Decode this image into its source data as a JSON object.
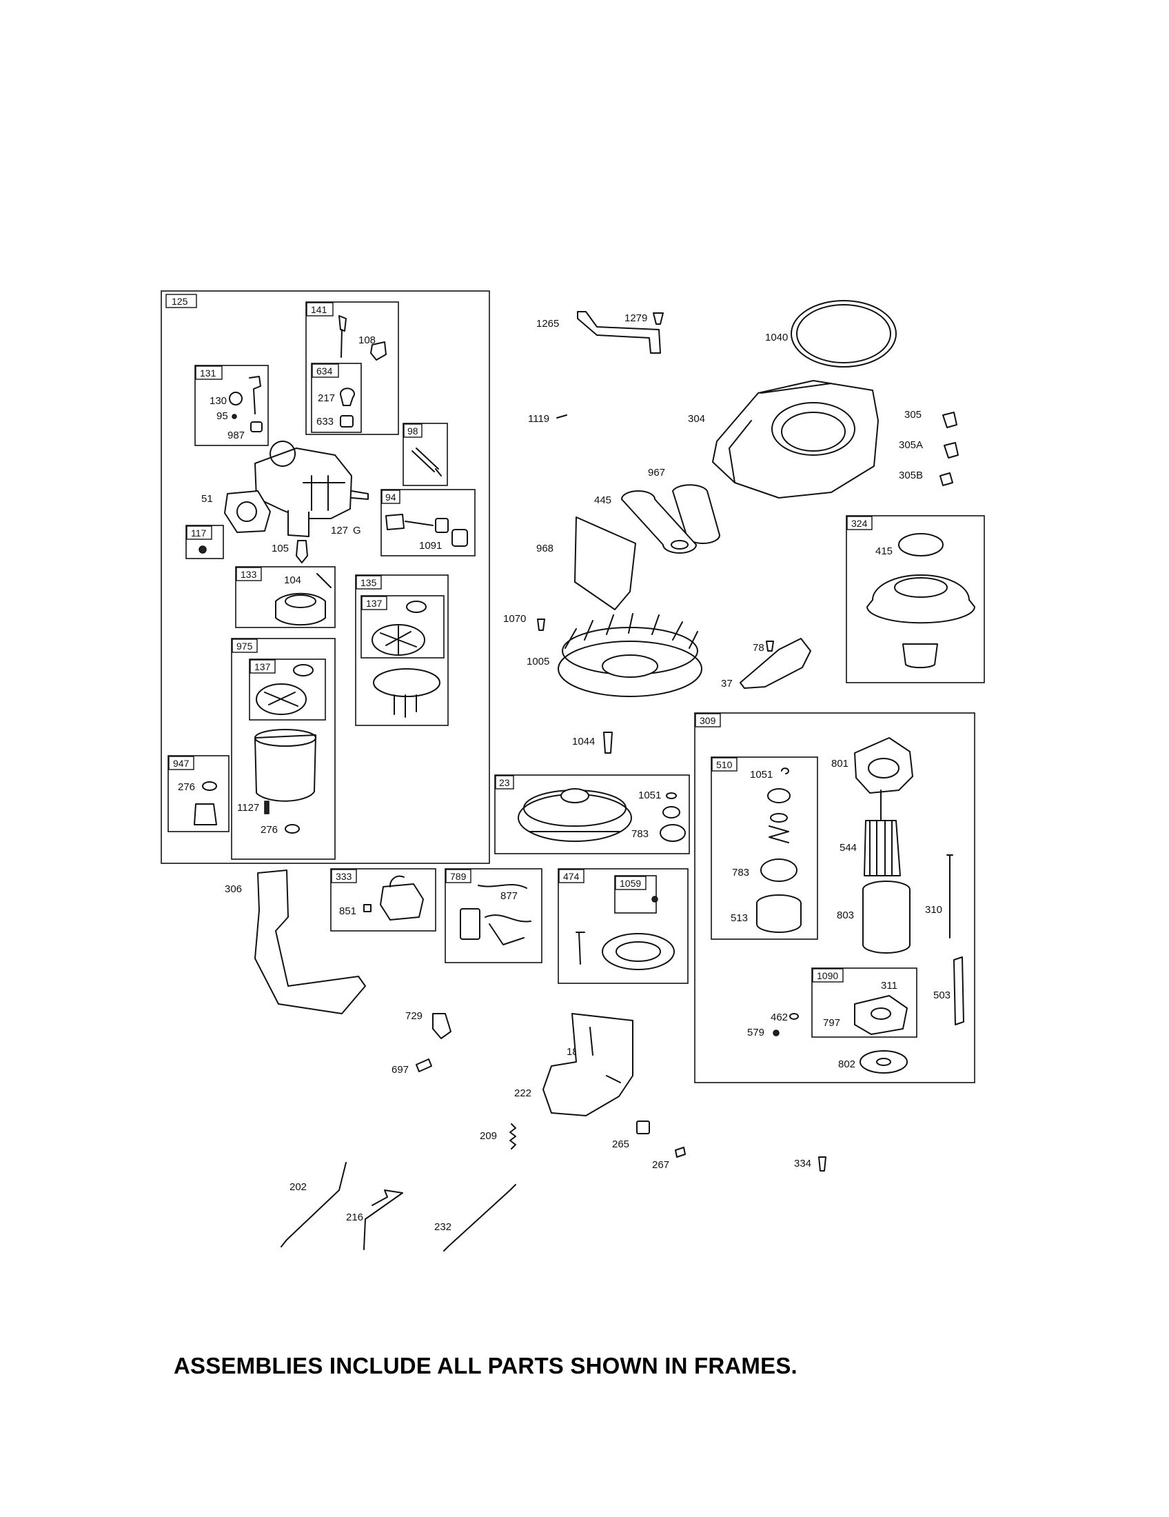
{
  "footer_note": "ASSEMBLIES INCLUDE ALL PARTS SHOWN IN FRAMES.",
  "frames": {
    "f125": "125",
    "f141": "141",
    "f634": "634",
    "f131": "131",
    "f98": "98",
    "f94": "94",
    "f117": "117",
    "f133": "133",
    "f135": "135",
    "f137a": "137",
    "f975": "975",
    "f137b": "137",
    "f947": "947",
    "f324": "324",
    "f309": "309",
    "f510": "510",
    "f23": "23",
    "f1090": "1090",
    "f333": "333",
    "f789": "789",
    "f474": "474",
    "f1059": "1059"
  },
  "labels": {
    "p108": "108",
    "p217": "217",
    "p633": "633",
    "p130": "130",
    "p95": "95",
    "p987": "987",
    "p51": "51",
    "p127": "127",
    "p1091": "1091",
    "p105": "105",
    "p104": "104",
    "p1127": "1127",
    "p276a": "276",
    "p276b": "276",
    "p1265": "1265",
    "p1279": "1279",
    "p1040": "1040",
    "p1119": "1119",
    "p304": "304",
    "p305": "305",
    "p305a": "305A",
    "p305b": "305B",
    "p967": "967",
    "p445": "445",
    "p968": "968",
    "p415": "415",
    "p1070": "1070",
    "p1005": "1005",
    "p78": "78",
    "p37": "37",
    "p1044": "1044",
    "p1051a": "1051",
    "p783a": "783",
    "p801": "801",
    "p1051b": "1051",
    "p544": "544",
    "p783b": "783",
    "p513": "513",
    "p803": "803",
    "p310": "310",
    "p306": "306",
    "p851": "851",
    "p877": "877",
    "p311": "311",
    "p503": "503",
    "p462": "462",
    "p797": "797",
    "p579": "579",
    "p802": "802",
    "p729": "729",
    "p188": "188",
    "p697": "697",
    "p222": "222",
    "p209": "209",
    "p265": "265",
    "p267": "267",
    "p334": "334",
    "p202": "202",
    "p216": "216",
    "p232": "232"
  }
}
